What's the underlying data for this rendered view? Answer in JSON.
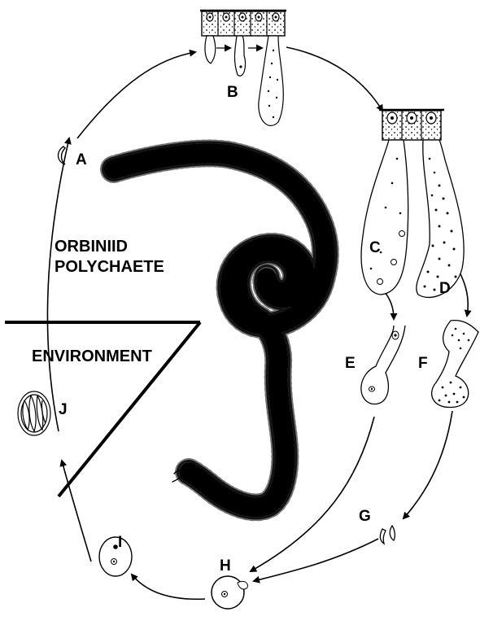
{
  "host_title_line1": "ORBINIID",
  "host_title_line2": "POLYCHAETE",
  "environment_label": "ENVIRONMENT",
  "stages": {
    "a": "A",
    "b": "B",
    "c": "C",
    "d": "D",
    "e": "E",
    "f": "F",
    "g": "G",
    "h": "H",
    "i": "I",
    "j": "J"
  }
}
